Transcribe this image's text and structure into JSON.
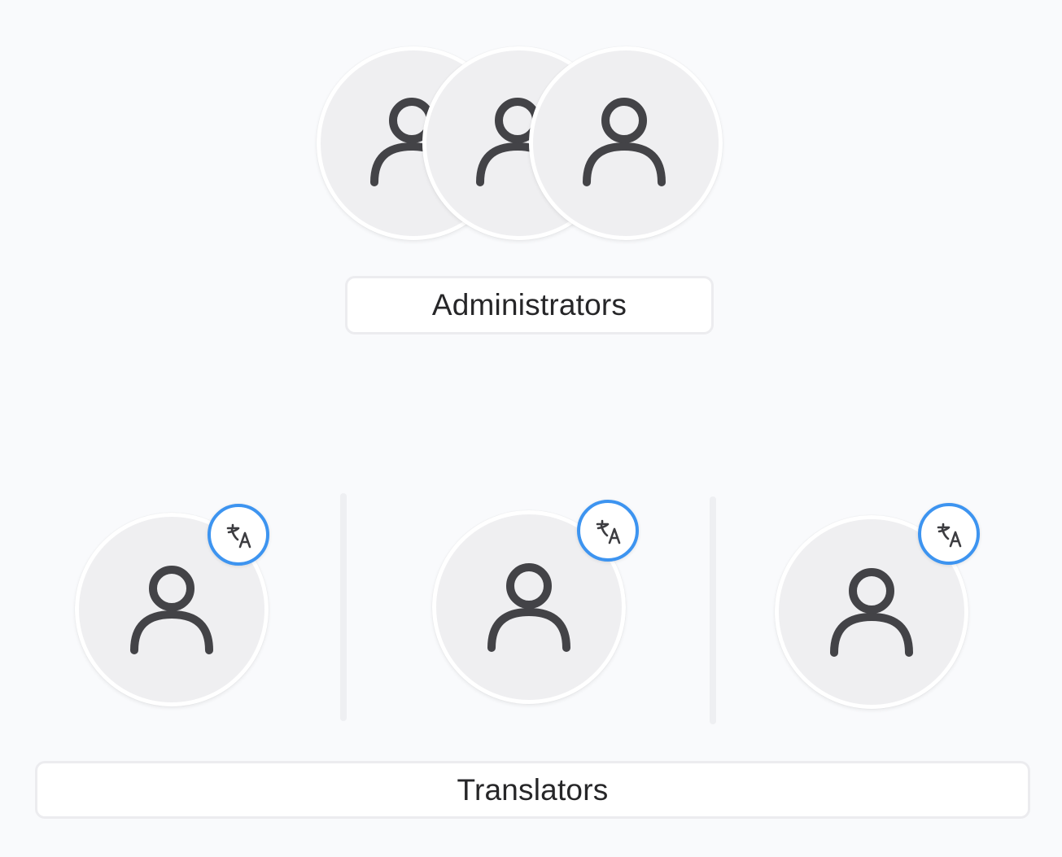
{
  "groups": {
    "administrators": {
      "label": "Administrators",
      "member_count": 3,
      "member_icon": "person-icon"
    },
    "translators": {
      "label": "Translators",
      "member_count": 3,
      "member_icon": "person-icon",
      "badge_icon": "translate-icon"
    }
  },
  "colors": {
    "background": "#f9fafc",
    "avatar_fill": "#efeff1",
    "avatar_border": "#ffffff",
    "person_glyph": "#434347",
    "badge_ring": "#3d94f0",
    "label_text": "#262628",
    "label_border": "#ececef"
  }
}
